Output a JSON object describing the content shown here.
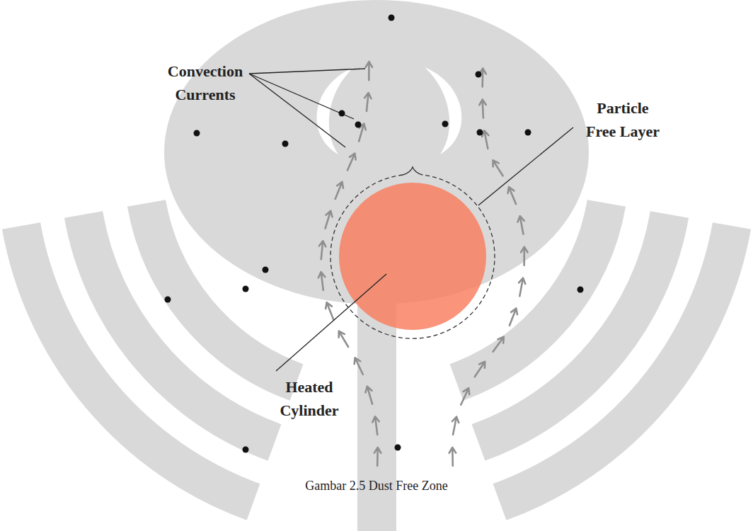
{
  "diagram": {
    "caption": "Gambar 2.5 Dust Free Zone",
    "labels": [
      "Convection Currents",
      "Particle Free Layer",
      "Heated Cylinder"
    ]
  }
}
